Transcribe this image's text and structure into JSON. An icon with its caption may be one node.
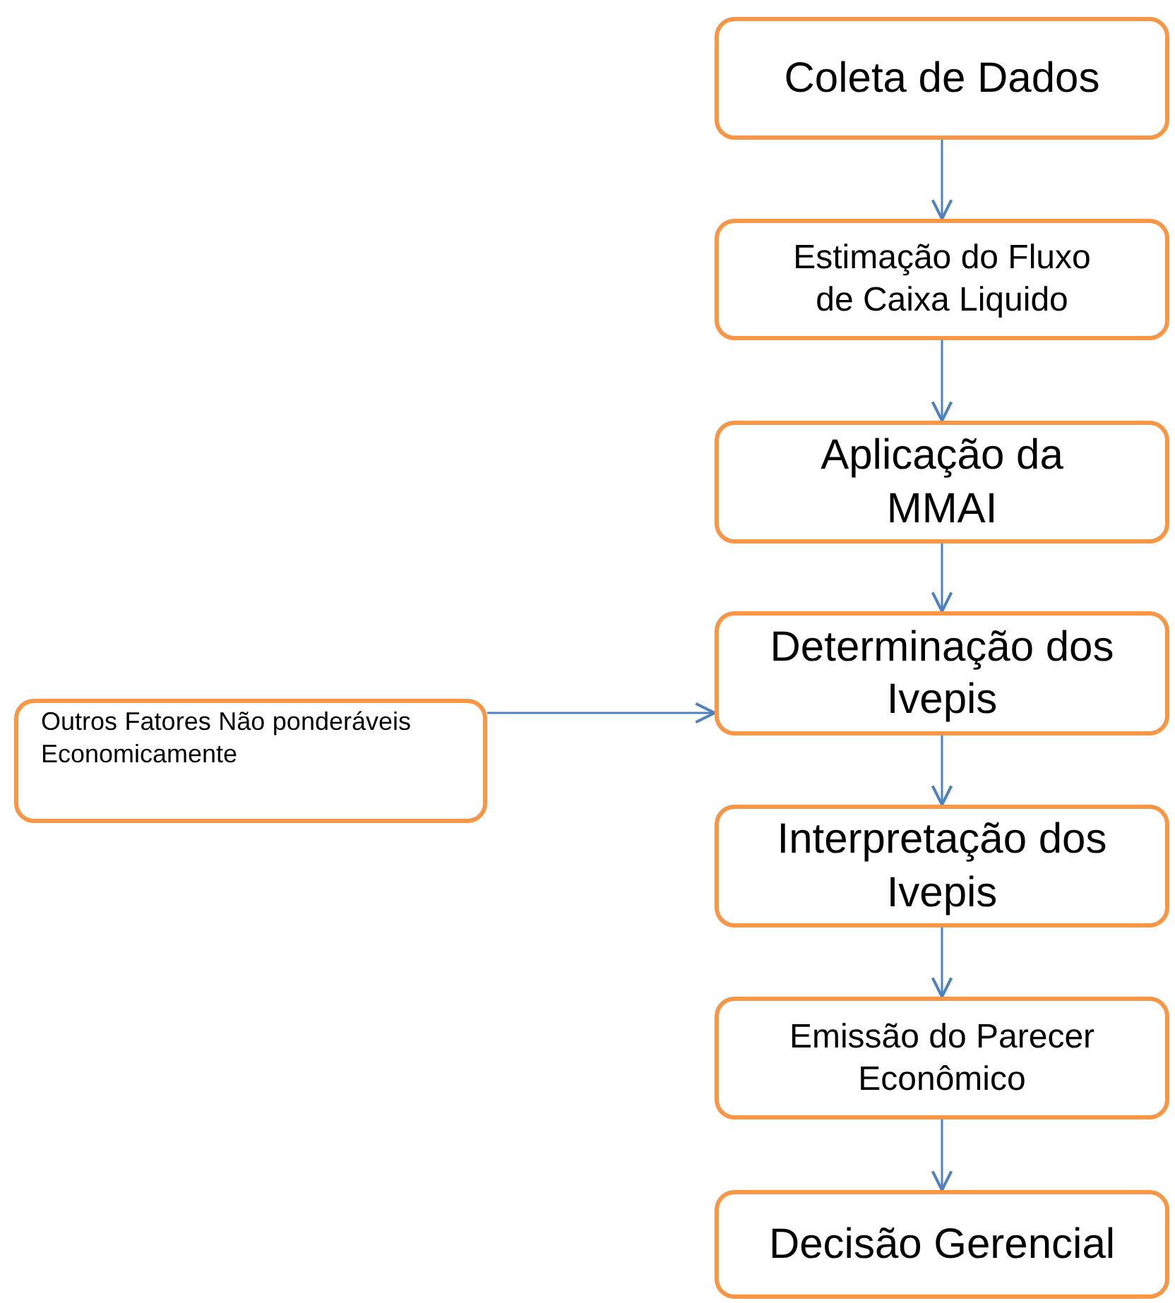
{
  "diagram": {
    "nodes": [
      {
        "text": [
          "Coleta de Dados"
        ]
      },
      {
        "text": [
          "Estimação do Fluxo de Caixa Liquido"
        ]
      },
      {
        "text": [
          "Aplicação da MMAI"
        ]
      },
      {
        "text": [
          "Determinação dos Ivepis"
        ]
      },
      {
        "text": [
          "Interpretação dos Ivepis"
        ]
      },
      {
        "text": [
          "Emissão do Parecer Econômico"
        ]
      },
      {
        "text": [
          "Decisão Gerencial"
        ]
      },
      {
        "text": [
          "Outros Fatores Não ponderáveis Economicamente"
        ]
      }
    ],
    "edges": [
      {
        "from": 0,
        "to": 1,
        "arrow": "to"
      },
      {
        "from": 1,
        "to": 2,
        "arrow": "to"
      },
      {
        "from": 2,
        "to": 3,
        "arrow": "to"
      },
      {
        "from": 3,
        "to": 4,
        "arrow": "to"
      },
      {
        "from": 4,
        "to": 5,
        "arrow": "to"
      },
      {
        "from": 5,
        "to": 6,
        "arrow": "to"
      },
      {
        "from": 7,
        "to": 3,
        "arrow": "to"
      }
    ]
  }
}
